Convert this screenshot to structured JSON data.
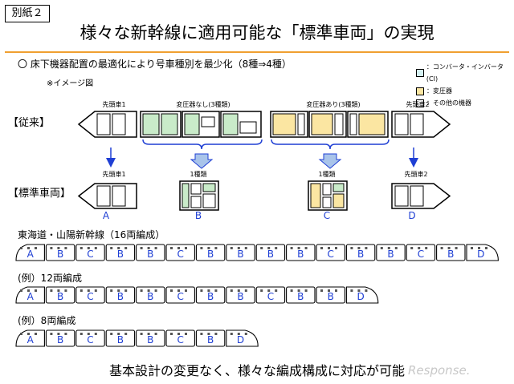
{
  "tag": "別紙２",
  "title": "様々な新幹線に適用可能な「標準車両」の実現",
  "bullet": "〇 床下機器配置の最適化により号車種別を最少化（8種⇒4種）",
  "note": "※イメージ図",
  "legend": [
    {
      "label": "：コンバータ・インバータ(CI)",
      "color": "#d4f0f2"
    },
    {
      "label": "：変圧器",
      "color": "#fbe6a2"
    },
    {
      "label": "：その他の機器",
      "color": "#ffffff"
    }
  ],
  "colors": {
    "ci": "#d4f0f2",
    "transformer": "#fbe6a2",
    "green": "#c9ebc9",
    "accent": "#1f3fd4",
    "rule": "#f0a030"
  },
  "rows": {
    "old": "【従来】",
    "standard": "【標準車両】"
  },
  "old_headers": {
    "lead1": "先頭車1",
    "no_transformer": "変圧器なし(3種類)",
    "with_transformer": "変圧器あり(3種類)",
    "lead2": "先頭車2"
  },
  "std_headers": {
    "lead1": "先頭車1",
    "b": "1種類",
    "c": "1種類",
    "lead2": "先頭車2"
  },
  "std_letters": [
    "A",
    "B",
    "C",
    "D"
  ],
  "formations": [
    {
      "title": "東海道・山陽新幹線（16両編成）",
      "cars": [
        "A",
        "B",
        "C",
        "B",
        "B",
        "C",
        "B",
        "B",
        "B",
        "B",
        "C",
        "B",
        "B",
        "C",
        "B",
        "D"
      ]
    },
    {
      "title": "(例）12両編成",
      "cars": [
        "A",
        "B",
        "C",
        "B",
        "B",
        "C",
        "B",
        "B",
        "C",
        "B",
        "B",
        "D"
      ]
    },
    {
      "title": "(例）8両編成",
      "cars": [
        "A",
        "B",
        "C",
        "B",
        "B",
        "C",
        "B",
        "D"
      ]
    }
  ],
  "bottom": "基本設計の変更なく、様々な編成構成に対応が可能",
  "watermark": "Response."
}
